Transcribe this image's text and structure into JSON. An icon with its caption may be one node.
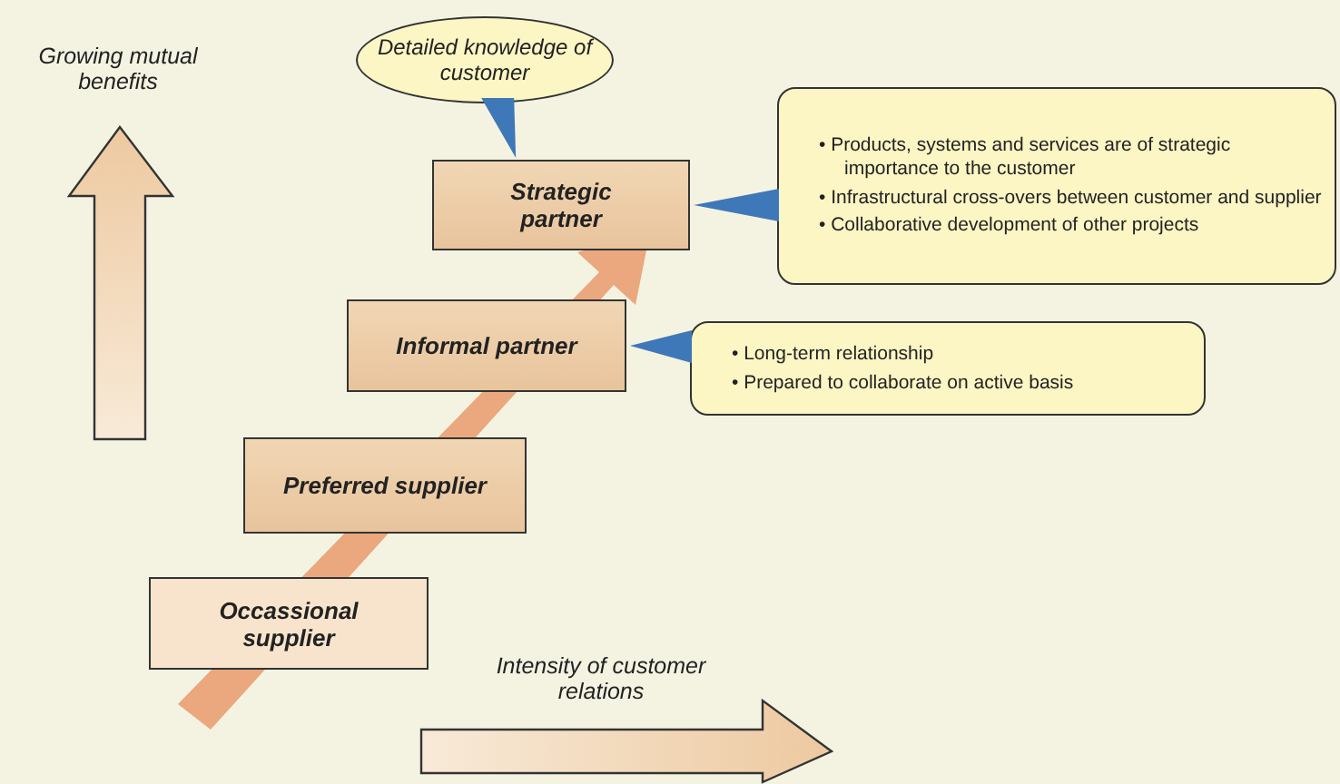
{
  "diagram": {
    "nodes": [
      {
        "text": [
          "Detailed knowledge of customer"
        ]
      },
      {
        "text": [
          "Strategic partner"
        ]
      },
      {
        "text": [
          "• Products, systems and services are of strategic importance to the customer",
          "• Infrastructural cross-overs between customer and supplier",
          "• Collaborative development of other projects"
        ]
      },
      {
        "text": [
          "Informal partner"
        ]
      },
      {
        "text": [
          "• Long-term relationship",
          "• Prepared to collaborate on active basis"
        ]
      },
      {
        "text": [
          "Preferred supplier"
        ]
      },
      {
        "text": [
          "Occassional supplier"
        ]
      }
    ],
    "edges": [
      {
        "from": 0,
        "to": 1,
        "arrow": "to"
      },
      {
        "from": 2,
        "to": 1,
        "arrow": "to"
      },
      {
        "from": 4,
        "to": 3,
        "arrow": "to"
      }
    ],
    "labels": [
      "Growing mutual benefits",
      "Intensity of customer relations"
    ]
  }
}
